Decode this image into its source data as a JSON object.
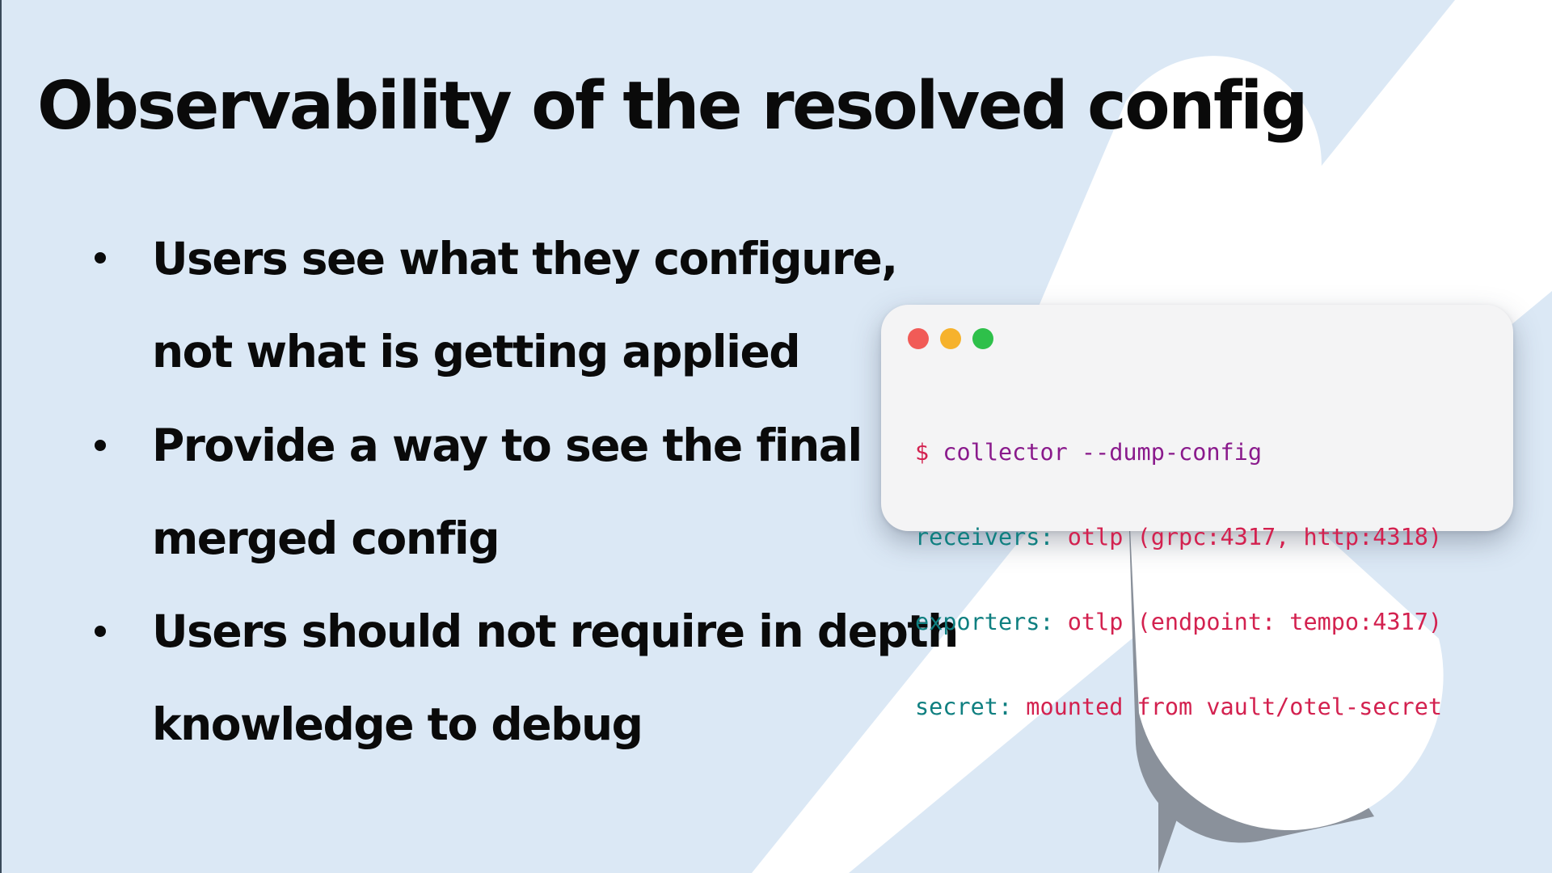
{
  "slide": {
    "title": "Observability of the resolved config",
    "bullets": [
      {
        "lines": [
          "Users see what they configure,",
          "not what is getting applied"
        ]
      },
      {
        "lines": [
          "Provide a way to see the final",
          "merged config"
        ]
      },
      {
        "lines": [
          "Users should not require in depth",
          "knowledge to debug"
        ]
      }
    ]
  },
  "terminal": {
    "command": {
      "prompt": "$",
      "text": "collector --dump-config"
    },
    "lines": [
      {
        "key": "receivers:",
        "value": "otlp (grpc:4317, http:4318)"
      },
      {
        "key": "exporters:",
        "value": "otlp (endpoint: tempo:4317)"
      },
      {
        "key": "secret:",
        "value": "mounted from vault/otel-secret"
      }
    ]
  },
  "colors": {
    "background": "#dbe8f5",
    "text": "#0a0a0a",
    "terminal_bg": "#f4f4f5",
    "code_red": "#d3214f",
    "code_teal": "#0f7f80",
    "code_purple": "#8a1a8c",
    "window_red": "#f15b57",
    "window_yellow": "#f6b22c",
    "window_green": "#2ec04a"
  }
}
